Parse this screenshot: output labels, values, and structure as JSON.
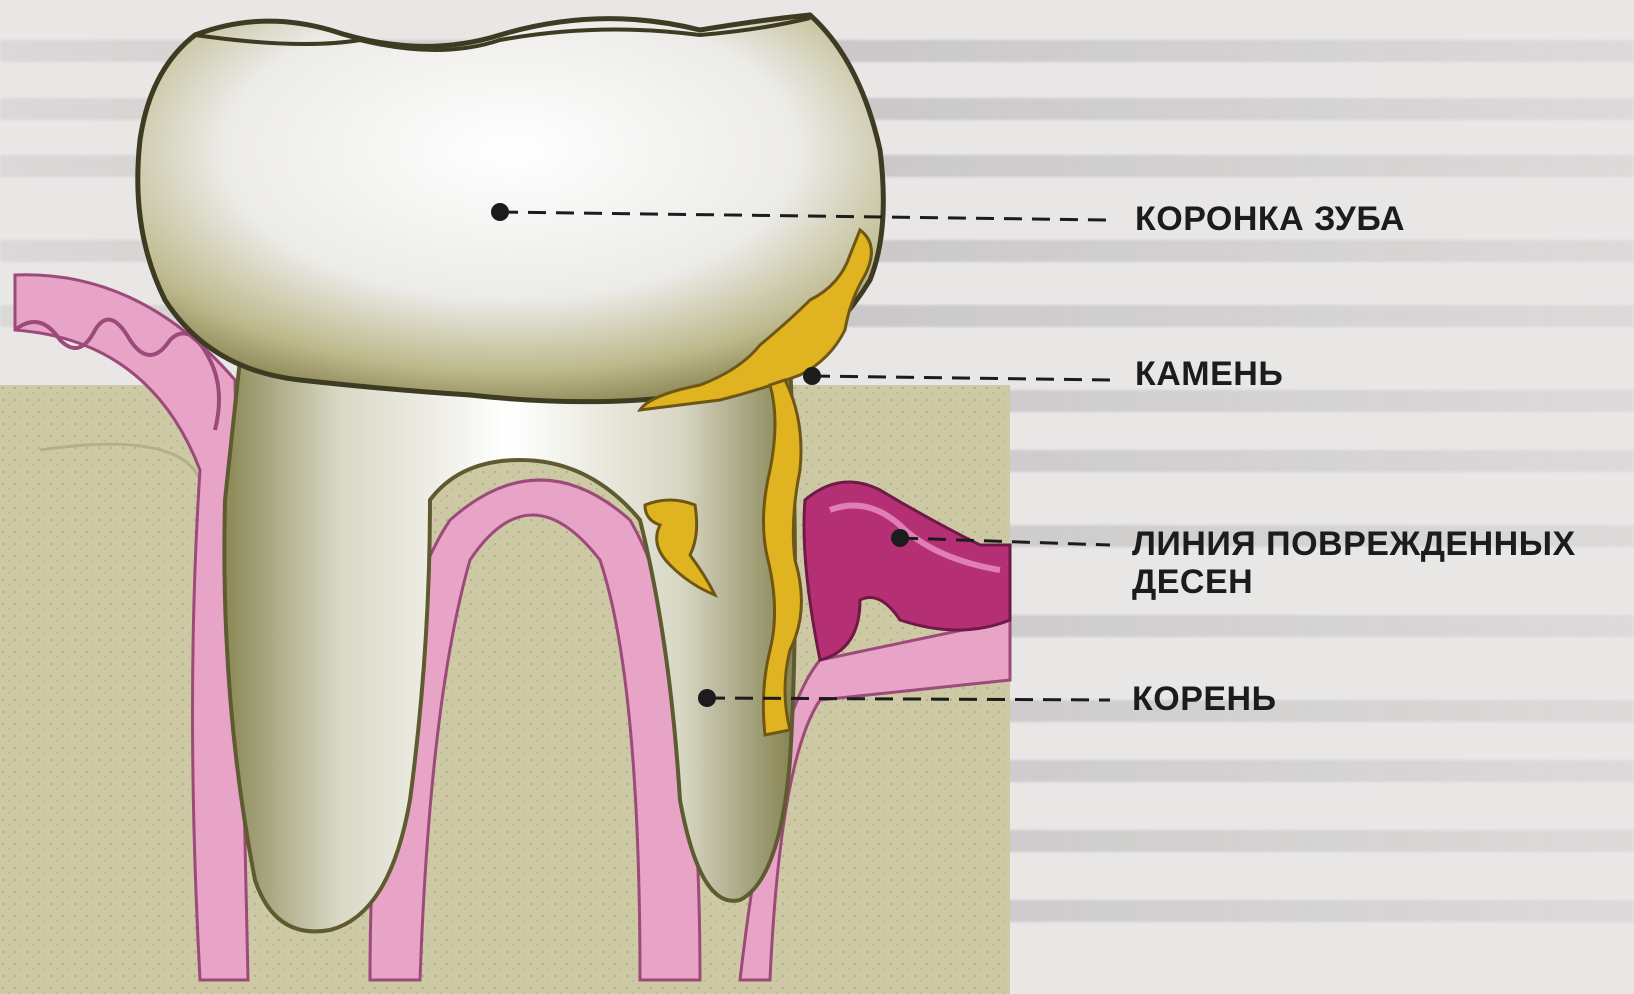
{
  "labels": {
    "crown": "КОРОНКА ЗУБА",
    "stone": "КАМЕНЬ",
    "gum_line": "ЛИНИЯ ПОВРЕЖДЕННЫХ ДЕСЕН",
    "root": "КОРЕНЬ"
  },
  "colors": {
    "background": "#e9e7e6",
    "bone": "#cdc9a4",
    "gum": "#e7a4c7",
    "gum_damaged": "#b52f74",
    "tooth": "#f2f2f1",
    "tooth_shadow": "#8e8b58",
    "tartar": "#e0b320"
  }
}
